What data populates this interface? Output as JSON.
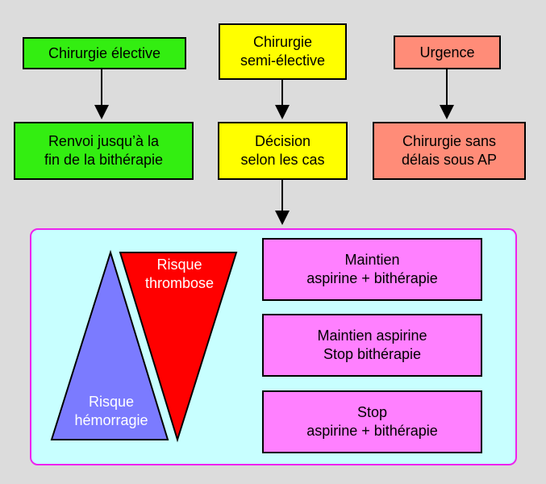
{
  "colors": {
    "background": "#dcdcdc",
    "green": "#33ee11",
    "yellow": "#ffff00",
    "salmon": "#ff8c78",
    "magenta_box": "#ff80ff",
    "panel_fill": "#c8ffff",
    "panel_border": "#ee22ee",
    "risk_thrombosis": "#ff0000",
    "risk_bleeding": "#7b7bff"
  },
  "categories": {
    "elective": "Chirurgie élective",
    "semi_elective": "Chirurgie\nsemi-élective",
    "urgent": "Urgence"
  },
  "actions": {
    "elective": "Renvoi jusqu’à la\nfin de la bithérapie",
    "semi_elective": "Décision\nselon les cas",
    "urgent": "Chirurgie sans\ndélais sous AP"
  },
  "risks": {
    "thrombosis": "Risque\nthrombose",
    "bleeding": "Risque\nhémorragie"
  },
  "options": [
    "Maintien\naspirine + bithérapie",
    "Maintien aspirine\nStop bithérapie",
    "Stop\naspirine + bithérapie"
  ]
}
